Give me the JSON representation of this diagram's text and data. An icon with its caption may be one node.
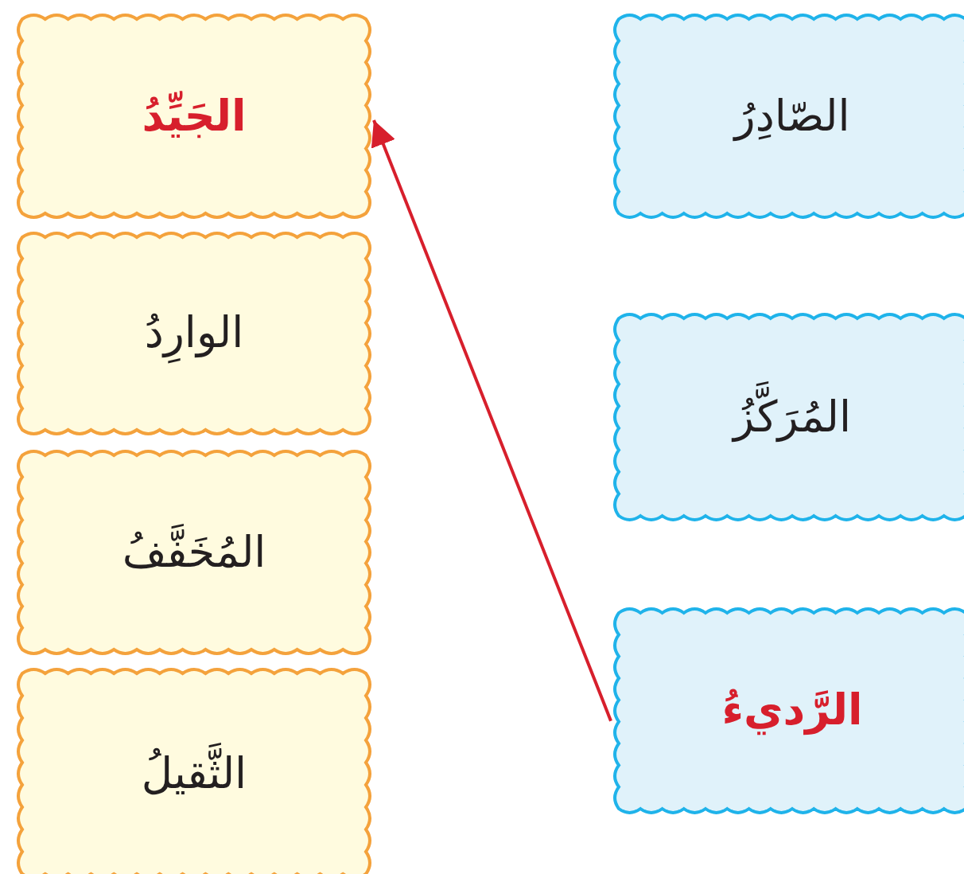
{
  "diagram": {
    "nodes": [
      {
        "text": [
          "الصّادِرُ"
        ]
      },
      {
        "text": [
          "المُرَكَّزُ"
        ]
      },
      {
        "text": [
          "الرَّديءُ"
        ]
      },
      {
        "text": [
          "الجَيِّدُ"
        ]
      },
      {
        "text": [
          "الوارِدُ"
        ]
      },
      {
        "text": [
          "المُخَفَّفُ"
        ]
      },
      {
        "text": [
          "الثَّقيلُ"
        ]
      }
    ],
    "edges": [
      {
        "from": 2,
        "to": 3,
        "arrow": "to"
      }
    ]
  }
}
